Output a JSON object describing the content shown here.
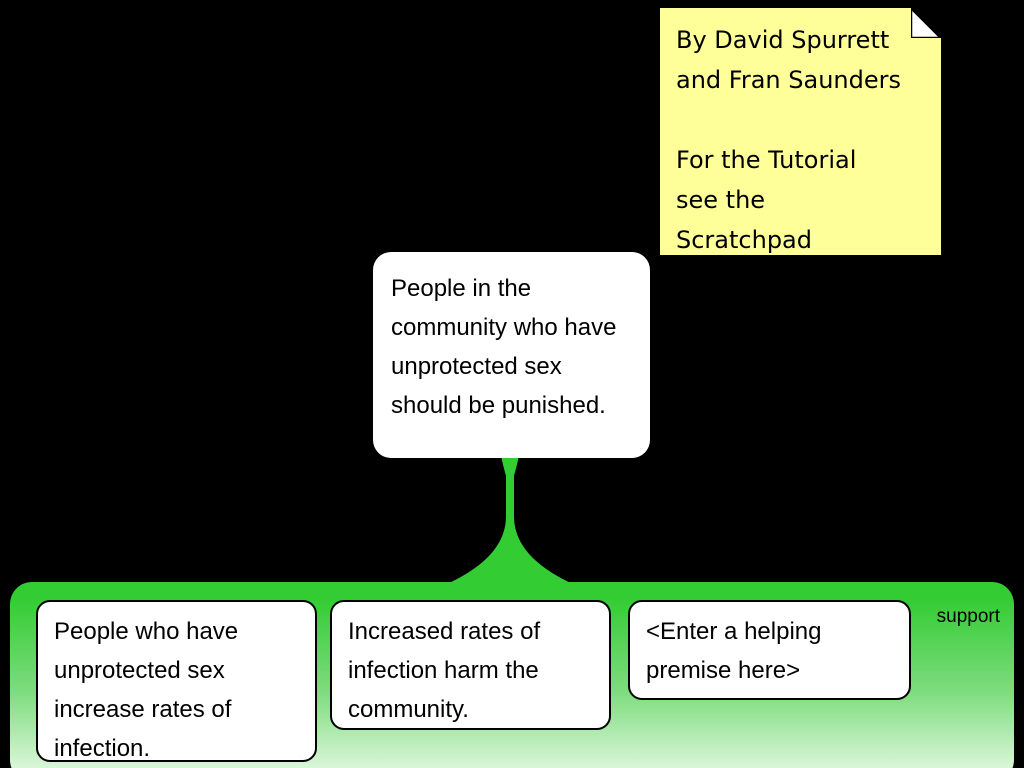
{
  "note": {
    "text": "By David Spurrett\nand Fran Saunders\n\nFor the Tutorial\nsee the\nScratchpad"
  },
  "conclusion": {
    "text": "People in the community who have unprotected sex should be punished."
  },
  "support": {
    "label": "support",
    "premises": [
      {
        "text": "People who have unprotected sex increase rates of infection."
      },
      {
        "text": "Increased rates of infection harm the community."
      },
      {
        "text": "<Enter a helping premise here>"
      }
    ]
  },
  "colors": {
    "background": "#000000",
    "note_yellow": "#ffff99",
    "support_green": "#33cc33",
    "box_white": "#ffffff"
  }
}
